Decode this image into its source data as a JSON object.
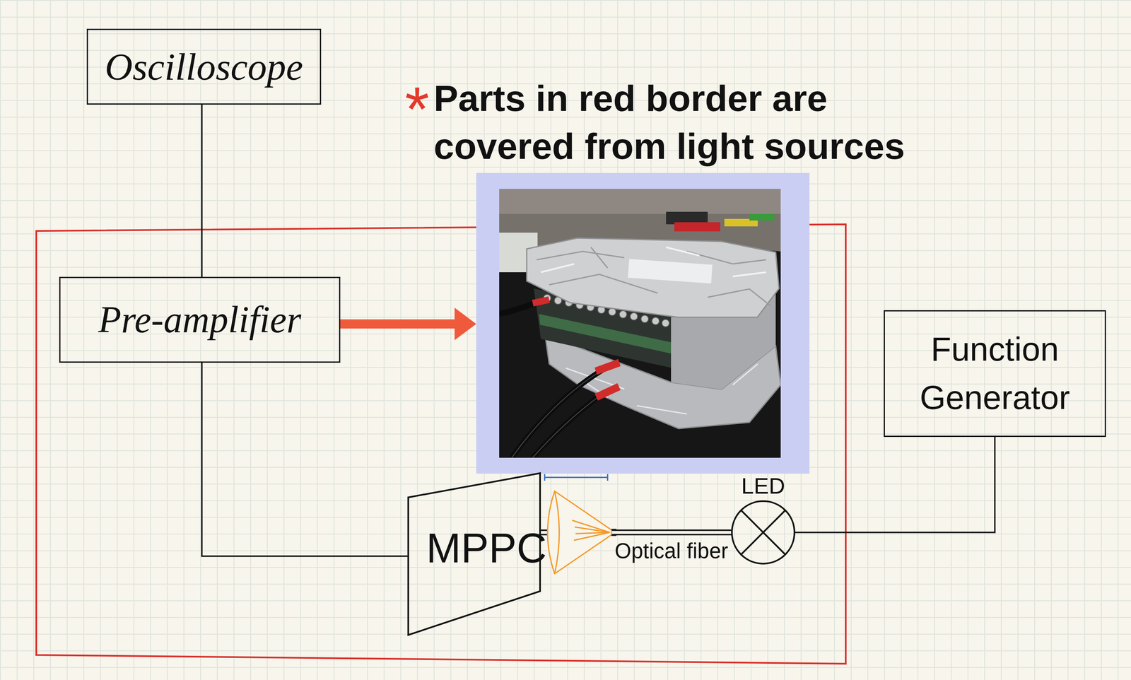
{
  "diagram": {
    "nodes": [
      {
        "text": [
          "Oscilloscope"
        ]
      },
      {
        "text": [
          "Pre-amplifier"
        ]
      },
      {
        "text": [
          "MPPC"
        ]
      },
      {
        "text": [
          "LED"
        ]
      },
      {
        "text": [
          "Function Generator"
        ]
      }
    ],
    "edges": [
      {
        "from": 4,
        "to": 3,
        "arrow": "none"
      },
      {
        "from": 3,
        "to": 2,
        "label": "Optical fiber",
        "arrow": "none"
      },
      {
        "from": 2,
        "to": 1,
        "arrow": "none"
      },
      {
        "from": 1,
        "to": 0,
        "arrow": "none"
      }
    ],
    "labels": [
      "*",
      "Parts in red border are covered from light sources"
    ]
  }
}
